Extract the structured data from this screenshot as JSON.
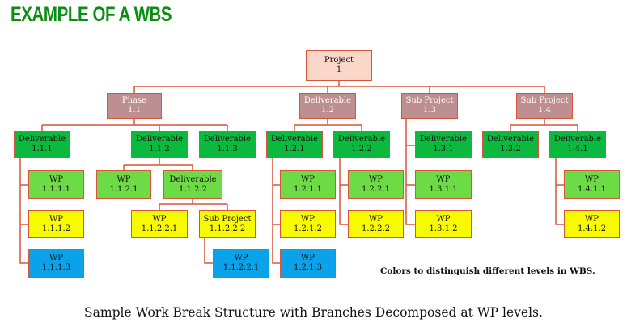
{
  "title": "EXAMPLE OF A WBS",
  "colors": {
    "title": "#0a8f12",
    "connector": "#d9553a",
    "root": "#fbd7ca",
    "level2": "#bd8f91",
    "deliverable": "#0cb93f",
    "wp_light_green": "#6ddb45",
    "wp_yellow": "#f8fa00",
    "wp_blue": "#0aa3ea"
  },
  "nodes": {
    "project": {
      "label": "Project",
      "code": "1"
    },
    "phase_1_1": {
      "label": "Phase",
      "code": "1.1"
    },
    "deliverable_1_2": {
      "label": "Deliverable",
      "code": "1.2"
    },
    "subproject_1_3": {
      "label": "Sub Project",
      "code": "1.3"
    },
    "subproject_1_4": {
      "label": "Sub Project",
      "code": "1.4"
    },
    "deliverable_1_1_1": {
      "label": "Deliverable",
      "code": "1.1.1"
    },
    "deliverable_1_1_2": {
      "label": "Deliverable",
      "code": "1.1.2"
    },
    "deliverable_1_1_3": {
      "label": "Deliverable",
      "code": "1.1.3"
    },
    "deliverable_1_2_1": {
      "label": "Deliverable",
      "code": "1.2.1"
    },
    "deliverable_1_2_2": {
      "label": "Deliverable",
      "code": "1.2.2"
    },
    "deliverable_1_3_1": {
      "label": "Deliverable",
      "code": "1.3.1"
    },
    "deliverable_1_3_2": {
      "label": "Deliverable",
      "code": "1.3.2"
    },
    "deliverable_1_4_1": {
      "label": "Deliverable",
      "code": "1.4.1"
    },
    "wp_1_1_1_1": {
      "label": "WP",
      "code": "1.1.1.1"
    },
    "wp_1_1_1_2": {
      "label": "WP",
      "code": "1.1.1.2"
    },
    "wp_1_1_1_3": {
      "label": "WP",
      "code": "1.1.1.3"
    },
    "wp_1_1_2_1": {
      "label": "WP",
      "code": "1.1.2.1"
    },
    "deliverable_1_1_2_2": {
      "label": "Deliverable",
      "code": "1.1.2.2"
    },
    "wp_1_1_2_2_1": {
      "label": "WP",
      "code": "1.1.2.2.1"
    },
    "subproject_1_1_2_2_2": {
      "label": "Sub Project",
      "code": "1.1.2.2.2"
    },
    "wp_1_1_2_2_1_b": {
      "label": "WP",
      "code": "1.1.2.2.1"
    },
    "wp_1_2_1_1": {
      "label": "WP",
      "code": "1.2.1.1"
    },
    "wp_1_2_1_2": {
      "label": "WP",
      "code": "1.2.1.2"
    },
    "wp_1_2_1_3": {
      "label": "WP",
      "code": "1.2.1.3"
    },
    "wp_1_2_2_1": {
      "label": "WP",
      "code": "1.2.2.1"
    },
    "wp_1_2_2_2": {
      "label": "WP",
      "code": "1.2.2.2"
    },
    "wp_1_3_1_1": {
      "label": "WP",
      "code": "1.3.1.1"
    },
    "wp_1_3_1_2": {
      "label": "WP",
      "code": "1.3.1.2"
    },
    "wp_1_4_1_1": {
      "label": "WP",
      "code": "1.4.1.1"
    },
    "wp_1_4_1_2": {
      "label": "WP",
      "code": "1.4.1.2"
    }
  },
  "note": "Colors to distinguish different levels in WBS.",
  "caption": "Sample Work Break Structure with Branches Decomposed at WP levels."
}
